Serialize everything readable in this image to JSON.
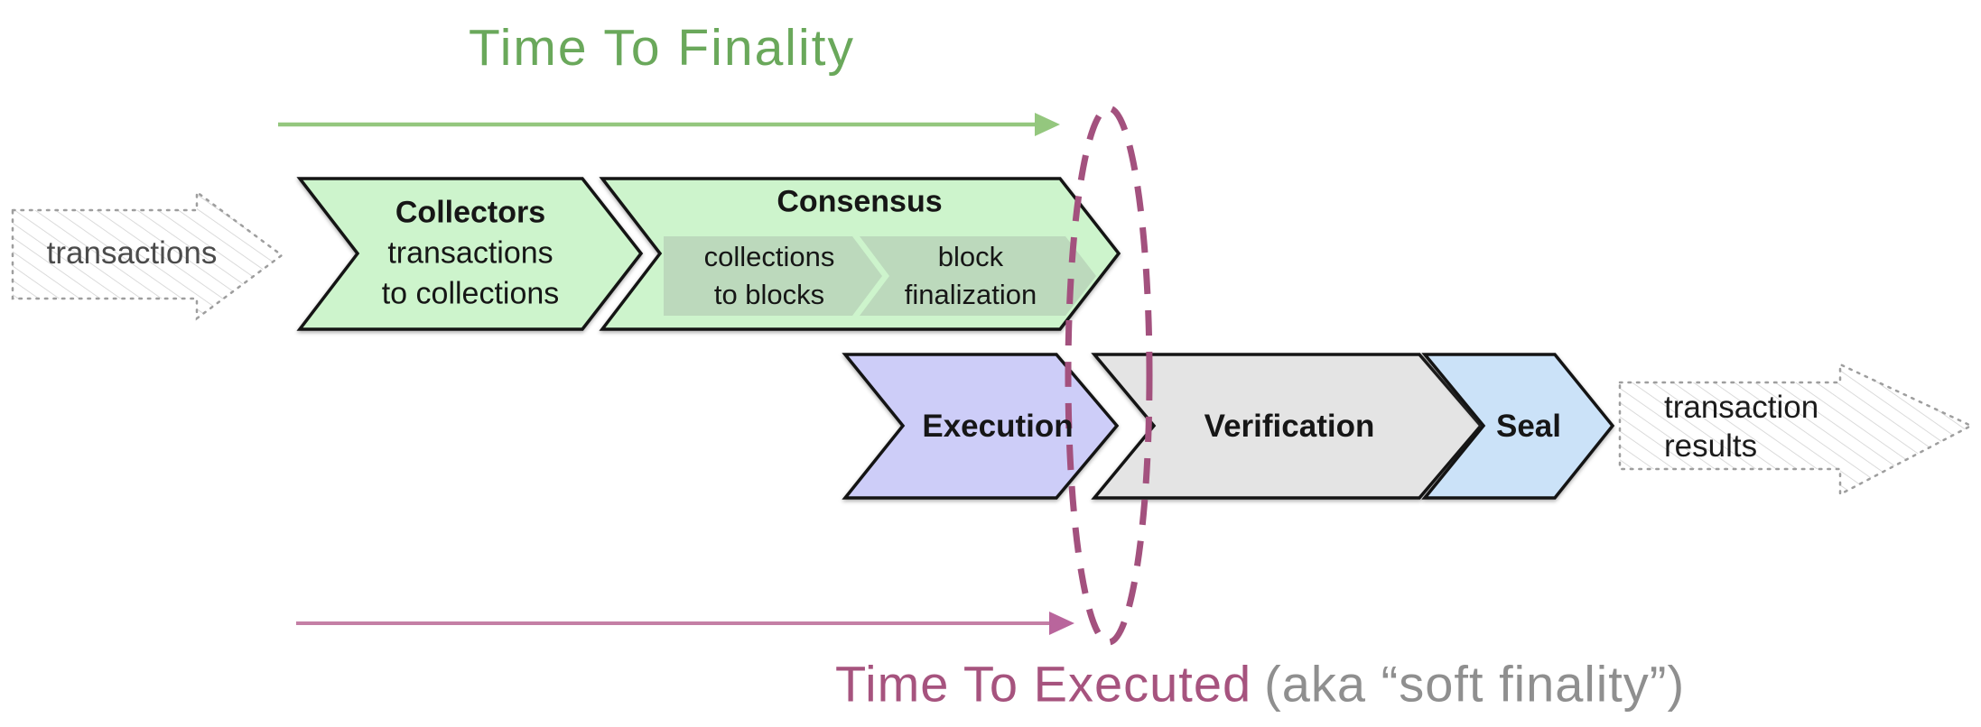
{
  "colors": {
    "green_fill": "#cdf4cc",
    "green_sub_fill": "#bcd9bc",
    "execution_fill": "#cdcdf8",
    "verification_fill": "#e4e4e4",
    "seal_fill": "#cbe2f8",
    "outline": "#141414",
    "stage_text": "#161616",
    "finality_green": "#6aa85b",
    "finality_arrow": "#94c77e",
    "executed_magenta": "#a6537e",
    "executed_arrow_line": "#c47fa5",
    "executed_arrow_head": "#b9659c",
    "ellipse_stroke": "#a3517e",
    "sketch_stroke": "#9e9e9e",
    "hatch_line": "#d2d2d2",
    "note_gray": "#8f8f8f",
    "input_label": "#4b4b4b",
    "output_label": "#1c1c1c"
  },
  "timelines": {
    "finality": {
      "title": "Time To Finality"
    },
    "executed": {
      "title": "Time To Executed",
      "note": "(aka “soft finality”)"
    }
  },
  "input_arrow": {
    "label": "transactions"
  },
  "output_arrow": {
    "line1": "transaction",
    "line2": "results"
  },
  "stages": {
    "collectors": {
      "title": "Collectors",
      "line1": "transactions",
      "line2": "to collections"
    },
    "consensus": {
      "title": "Consensus",
      "sub1": {
        "line1": "collections",
        "line2": "to blocks"
      },
      "sub2": {
        "line1": "block",
        "line2": "finalization"
      }
    },
    "execution": {
      "title": "Execution"
    },
    "verification": {
      "title": "Verification"
    },
    "seal": {
      "title": "Seal"
    }
  }
}
